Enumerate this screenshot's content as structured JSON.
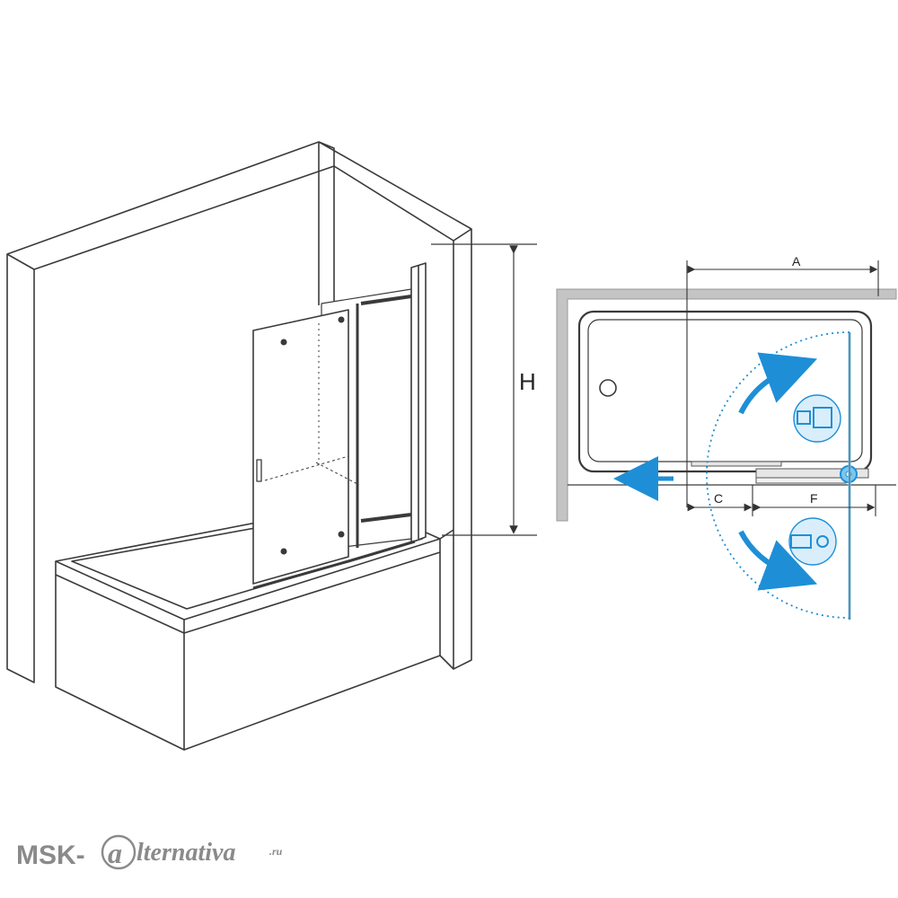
{
  "dimensions": {
    "height_label": "H",
    "width_label": "A",
    "gap_label": "C",
    "panel_label": "F"
  },
  "watermark": {
    "text": "MSK-@lternativa.ru"
  },
  "colors": {
    "line": "#3a3a3a",
    "wall_plan": "#bdbdbd",
    "accent_blue": "#1e8fd6",
    "light_blue": "#7cc6ee",
    "watermark": "#8a8a8a"
  },
  "icons": {
    "swing_arrows": "curved-arrow-icon",
    "hinge_detail_top": "hinge-icon",
    "hinge_detail_bottom": "hinge-icon",
    "slide_direction": "left-arrow-icon"
  }
}
